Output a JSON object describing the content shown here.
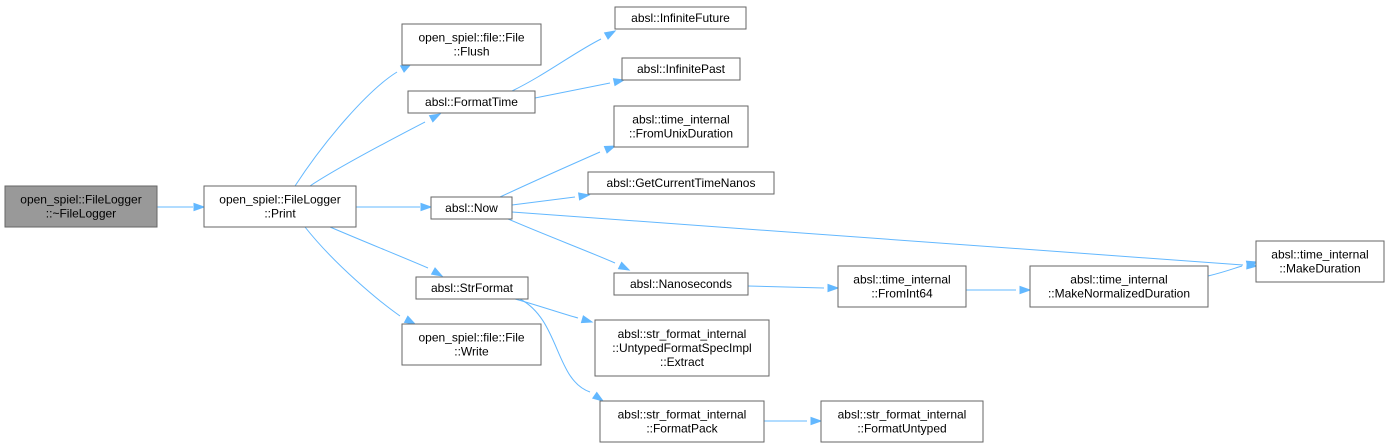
{
  "nodes": {
    "root": {
      "lines": [
        "open_spiel::FileLogger",
        "::~FileLogger"
      ]
    },
    "print": {
      "lines": [
        "open_spiel::FileLogger",
        "::Print"
      ]
    },
    "flush": {
      "lines": [
        "open_spiel::file::File",
        "::Flush"
      ]
    },
    "formattime": {
      "lines": [
        "absl::FormatTime"
      ]
    },
    "now": {
      "lines": [
        "absl::Now"
      ]
    },
    "strformat": {
      "lines": [
        "absl::StrFormat"
      ]
    },
    "write": {
      "lines": [
        "open_spiel::file::File",
        "::Write"
      ]
    },
    "inffuture": {
      "lines": [
        "absl::InfiniteFuture"
      ]
    },
    "infpast": {
      "lines": [
        "absl::InfinitePast"
      ]
    },
    "fromunix": {
      "lines": [
        "absl::time_internal",
        "::FromUnixDuration"
      ]
    },
    "getnanos": {
      "lines": [
        "absl::GetCurrentTimeNanos"
      ]
    },
    "nanos": {
      "lines": [
        "absl::Nanoseconds"
      ]
    },
    "extract": {
      "lines": [
        "absl::str_format_internal",
        "::UntypedFormatSpecImpl",
        "::Extract"
      ]
    },
    "fmtpack": {
      "lines": [
        "absl::str_format_internal",
        "::FormatPack"
      ]
    },
    "fromint64": {
      "lines": [
        "absl::time_internal",
        "::FromInt64"
      ]
    },
    "mknorm": {
      "lines": [
        "absl::time_internal",
        "::MakeNormalizedDuration"
      ]
    },
    "fmtuntyped": {
      "lines": [
        "absl::str_format_internal",
        "::FormatUntyped"
      ]
    },
    "mkdur": {
      "lines": [
        "absl::time_internal",
        "::MakeDuration"
      ]
    }
  },
  "colors": {
    "edge": "#63b8ff",
    "node_border": "#666666",
    "root_fill": "#999999",
    "node_fill": "#ffffff"
  }
}
